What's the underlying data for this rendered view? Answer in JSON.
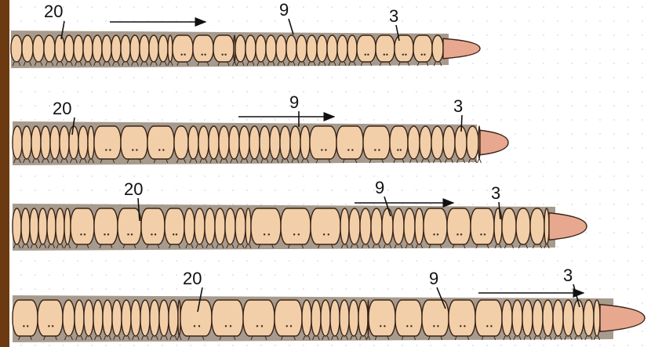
{
  "panels": [
    {
      "labels": [
        "20",
        "9",
        "3"
      ],
      "arrow_direction": "right"
    },
    {
      "labels": [
        "20",
        "9",
        "3"
      ],
      "arrow_direction": "right"
    },
    {
      "labels": [
        "20",
        "9",
        "3"
      ],
      "arrow_direction": "right"
    },
    {
      "labels": [
        "20",
        "9",
        "3"
      ],
      "arrow_direction": "right"
    }
  ],
  "colors": {
    "segment": "#f2cfa8",
    "segment_outline": "#3a2418",
    "burrow": "#8a7a68",
    "tip": "#e8a890",
    "left_bar": "#6b3a10"
  }
}
